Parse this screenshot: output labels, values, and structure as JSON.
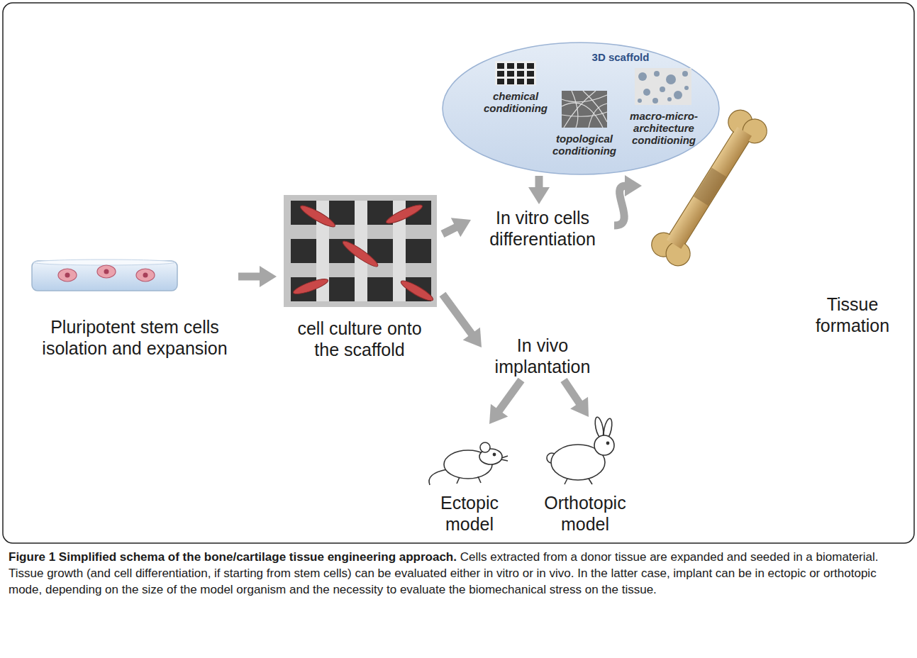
{
  "diagram": {
    "title": "Figure 1 Simplified schema of the bone/cartilage tissue engineering approach.",
    "caption": "Cells extracted from a donor tissue are expanded and seeded in a biomaterial. Tissue growth (and cell differentiation, if starting from stem cells) can be evaluated either in vitro or in vivo. In the latter case, implant can be in ectopic or orthotopic mode, depending on the size of the model organism and the necessity to evaluate the biomechanical stress on the tissue.",
    "nodes": [
      {
        "text": [
          "3D scaffold"
        ]
      },
      {
        "text": [
          "chemical conditioning"
        ],
        "in": 0
      },
      {
        "text": [
          "topological conditioning"
        ],
        "in": 0
      },
      {
        "text": [
          "macro-micro-architecture conditioning"
        ],
        "in": 0
      },
      {
        "text": [
          "Pluripotent stem cells isolation and expansion"
        ]
      },
      {
        "text": [
          "cell culture onto the scaffold"
        ]
      },
      {
        "text": [
          "In vitro cells differentiation"
        ]
      },
      {
        "text": [
          "In vivo implantation"
        ]
      },
      {
        "text": [
          "Tissue formation"
        ]
      },
      {
        "text": [
          "Ectopic model"
        ]
      },
      {
        "text": [
          "Orthotopic model"
        ]
      }
    ],
    "edges": [
      {
        "from": 4,
        "to": 5,
        "arrow": "to"
      },
      {
        "from": 5,
        "to": 6,
        "arrow": "to"
      },
      {
        "from": 5,
        "to": 7,
        "arrow": "to"
      },
      {
        "from": 0,
        "to": 6,
        "arrow": "to"
      },
      {
        "from": 6,
        "to": 8,
        "arrow": "to"
      },
      {
        "from": 7,
        "to": 9,
        "arrow": "to"
      },
      {
        "from": 7,
        "to": 10,
        "arrow": "to"
      }
    ]
  }
}
